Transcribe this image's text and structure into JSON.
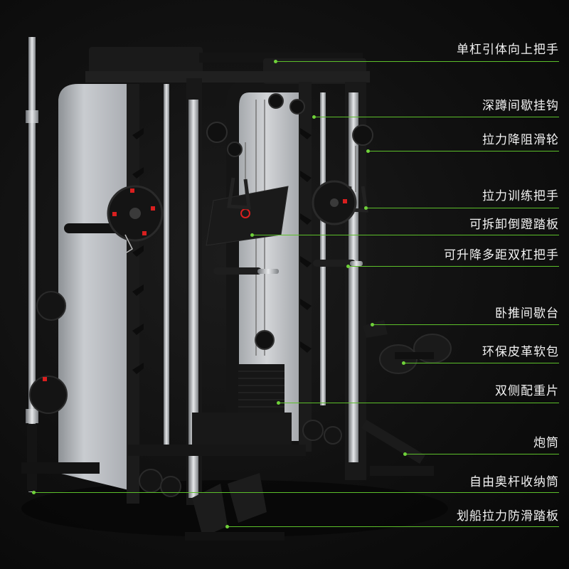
{
  "colors": {
    "accent_line": "#5cbf2a",
    "label_text": "#f2f2f2",
    "background": "#0b0b0b",
    "plate_accent": "#d91f1f"
  },
  "callouts": [
    {
      "label": "单杠引体向上把手"
    },
    {
      "label": "深蹲间歇挂钩"
    },
    {
      "label": "拉力降阻滑轮"
    },
    {
      "label": "拉力训练把手"
    },
    {
      "label": "可拆卸倒蹬踏板"
    },
    {
      "label": "可升降多距双杠把手"
    },
    {
      "label": "卧推间歇台"
    },
    {
      "label": "环保皮革软包"
    },
    {
      "label": "双侧配重片"
    },
    {
      "label": "炮筒"
    },
    {
      "label": "自由奥杆收纳筒"
    },
    {
      "label": "划船拉力防滑踏板"
    }
  ]
}
